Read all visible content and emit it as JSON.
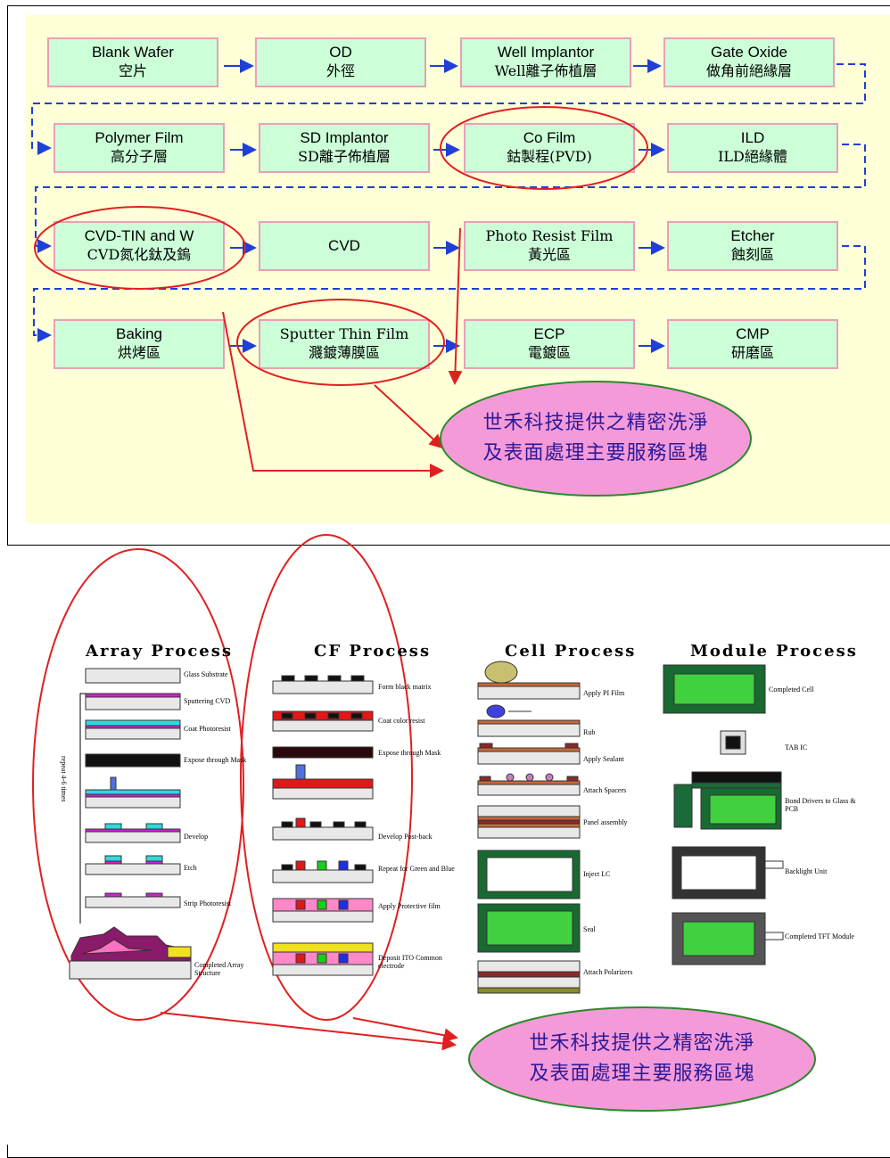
{
  "flow": {
    "rows": [
      [
        {
          "en": "Blank Wafer",
          "zh": "空片"
        },
        {
          "en": "OD",
          "zh": "外徑"
        },
        {
          "en": "Well Implantor",
          "zh": "Well離子佈植層"
        },
        {
          "en": "Gate Oxide",
          "zh": "做角前絕緣層"
        }
      ],
      [
        {
          "en": "Polymer Film",
          "zh": "高分子層"
        },
        {
          "en": "SD Implantor",
          "zh": "SD離子佈植層"
        },
        {
          "en": "Co Film",
          "zh": "鈷製程(PVD)"
        },
        {
          "en": "ILD",
          "zh": "ILD絕緣體"
        }
      ],
      [
        {
          "en": "CVD-TIN and W",
          "zh": "CVD氮化鈦及鎢"
        },
        {
          "en": "CVD",
          "zh": ""
        },
        {
          "en": "Photo Resist Film",
          "zh": "黃光區"
        },
        {
          "en": "Etcher",
          "zh": "蝕刻區"
        }
      ],
      [
        {
          "en": "Baking",
          "zh": "烘烤區"
        },
        {
          "en": "Sputter Thin Film",
          "zh": "濺鍍薄膜區"
        },
        {
          "en": "ECP",
          "zh": "電鍍區"
        },
        {
          "en": "CMP",
          "zh": "研磨區"
        }
      ]
    ]
  },
  "callout": {
    "line1": "世禾科技提供之精密洗淨",
    "line2": "及表面處理主要服務區塊"
  },
  "panel2": {
    "headers": [
      "Array Process",
      "CF Process",
      "Cell Process",
      "Module Process"
    ],
    "array_steps": [
      "Glass Substrate",
      "Sputtering CVD",
      "Coat Photoresist",
      "Expose through Mask",
      "Develop",
      "Etch",
      "Strip Photoresist",
      "Completed Array Structure"
    ],
    "repeat_label": "repeat 4-6 times",
    "cf_steps": [
      "Form black matrix",
      "Coat color resist",
      "Expose through Mask",
      "Develop Post-back",
      "Repeat for Green and Blue",
      "Apply Protective film",
      "Deposit ITO Common electrode"
    ],
    "cell_steps": [
      "Apply PI Film",
      "Rub",
      "Apply Sealant",
      "Attach Spacers",
      "Panel assembly",
      "Inject LC",
      "Seal",
      "Attach Polarizers"
    ],
    "module_steps": [
      "Completed Cell",
      "TAB IC",
      "Bond Drivers to Glass & PCB",
      "Backlight Unit",
      "Completed TFT Module"
    ]
  },
  "colors": {
    "box_fill": "#ccffd8",
    "box_border": "#e8a0b8",
    "arrow": "#1f3fd6",
    "highlight": "#e02020",
    "callout_fill": "#f59ad8",
    "callout_text": "#2a1a9a",
    "background": "#ffffd8"
  }
}
